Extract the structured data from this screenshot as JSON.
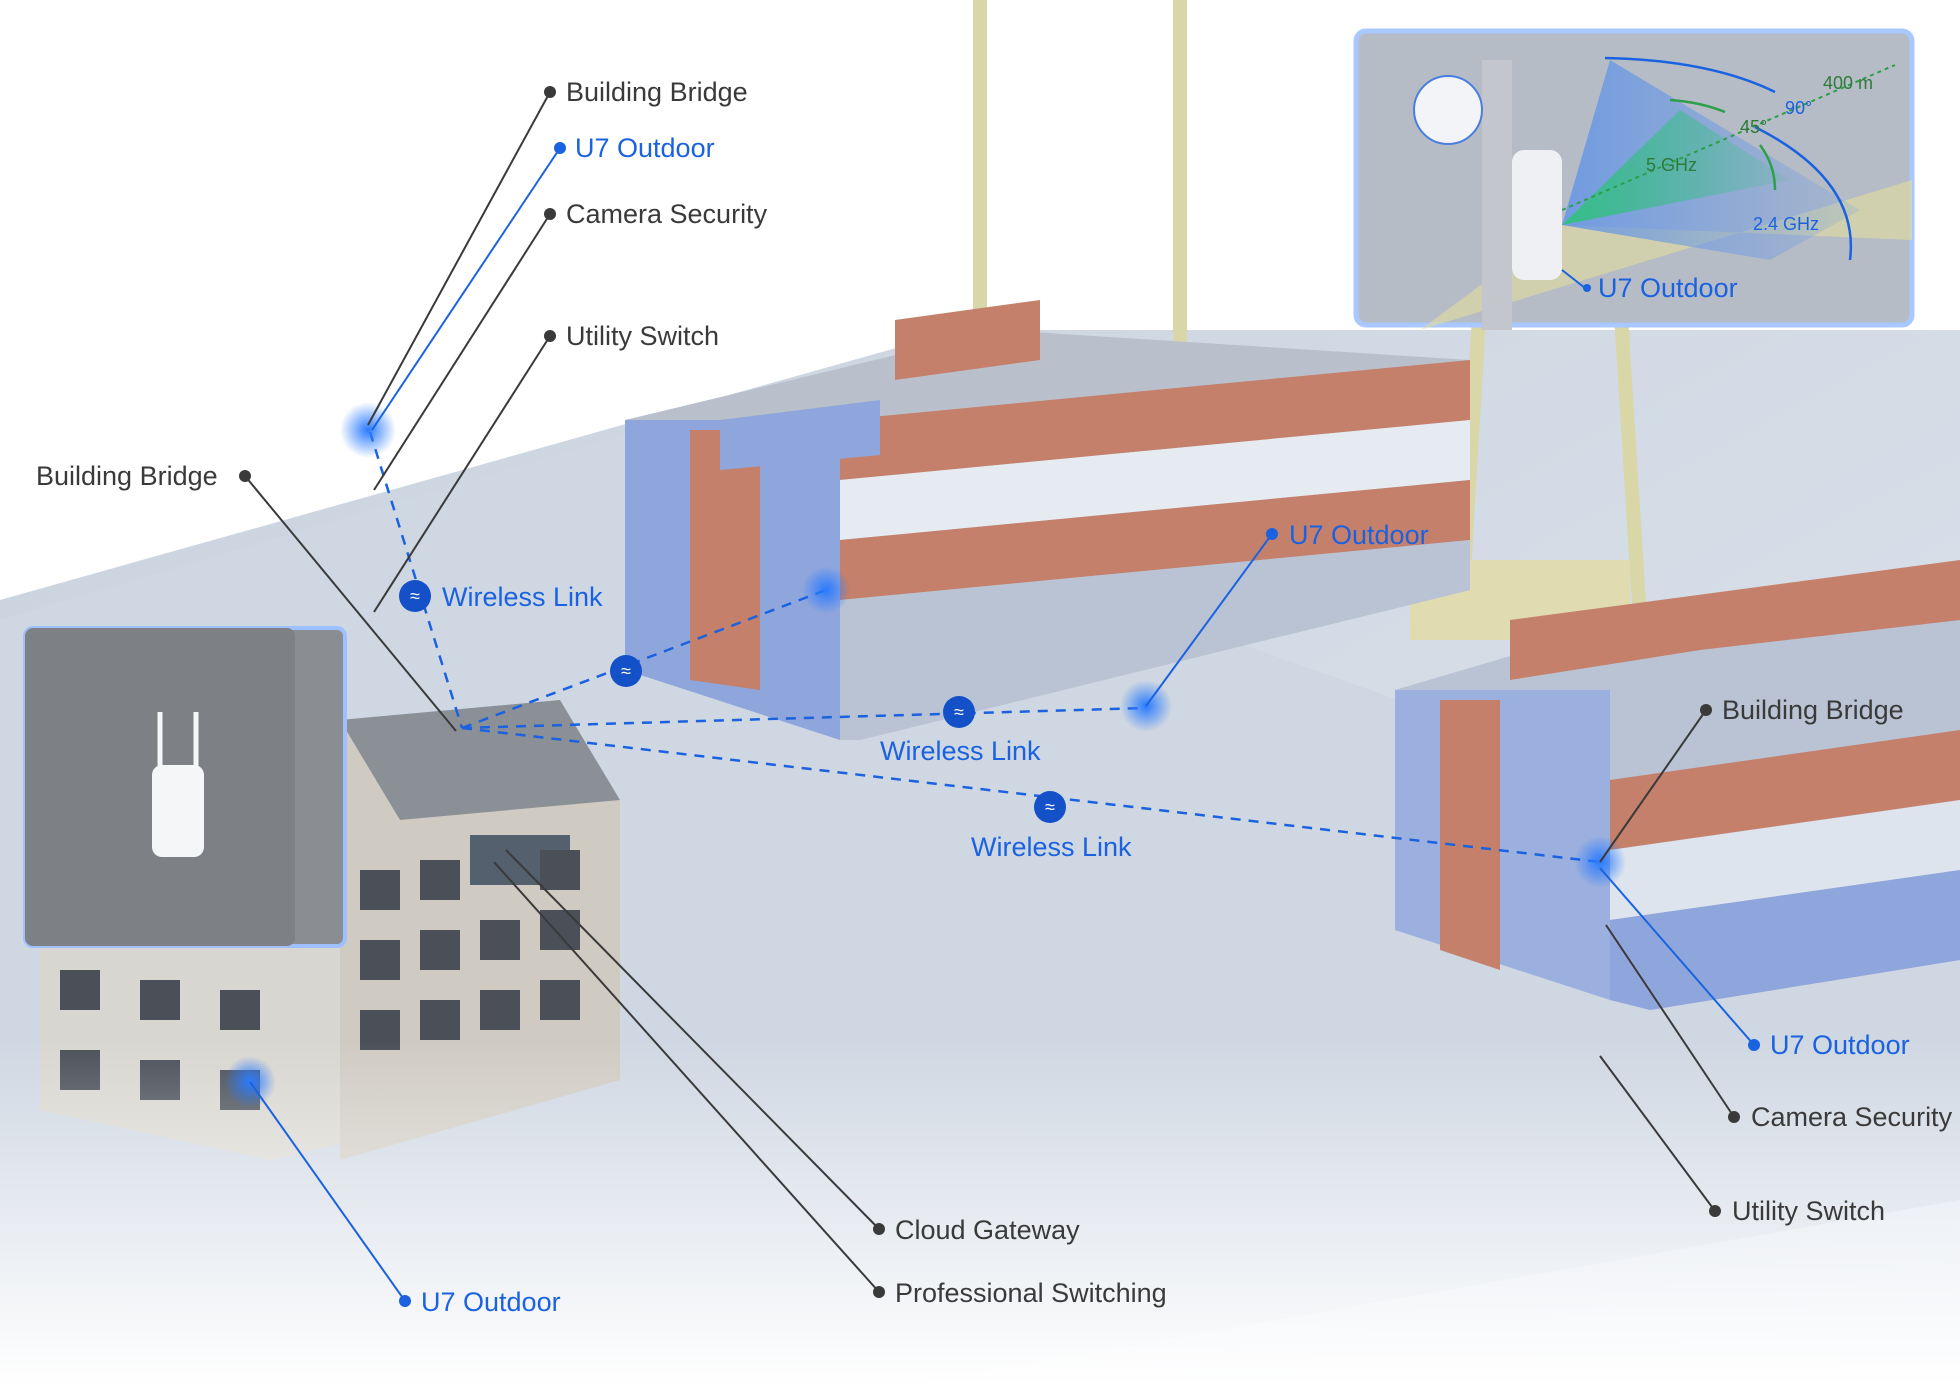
{
  "labels": {
    "top_building_bridge": "Building Bridge",
    "top_u7_outdoor": "U7 Outdoor",
    "top_camera_security": "Camera Security",
    "top_utility_switch": "Utility Switch",
    "left_building_bridge": "Building Bridge",
    "wireless_link_1": "Wireless Link",
    "wireless_link_2": "Wireless Link",
    "wireless_link_3": "Wireless Link",
    "mid_u7_outdoor": "U7 Outdoor",
    "right_building_bridge": "Building Bridge",
    "right_u7_outdoor": "U7 Outdoor",
    "right_camera_security": "Camera Security",
    "right_utility_switch": "Utility Switch",
    "cloud_gateway": "Cloud Gateway",
    "professional_switching": "Professional Switching",
    "bottom_u7_outdoor": "U7 Outdoor"
  },
  "inset": {
    "range": "400 m",
    "angle_90": "90°",
    "angle_45": "45°",
    "band_5": "5 GHz",
    "band_24": "2.4 GHz",
    "device": "U7 Outdoor"
  },
  "colors": {
    "accent": "#1a62e0",
    "label": "#3a3a3a",
    "green": "#2e9e4a"
  }
}
